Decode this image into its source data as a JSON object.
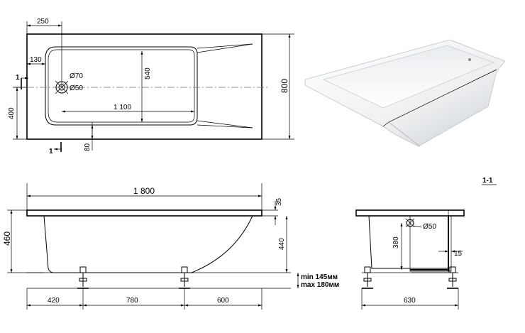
{
  "top_view": {
    "dim_250": "250",
    "dim_130": "130",
    "dim_540": "540",
    "dim_1100": "1 100",
    "dim_400": "400",
    "dim_80": "80",
    "dim_800": "800",
    "drain_outer": "Ø70",
    "drain_inner": "Ø50",
    "section_mark_top": "1",
    "section_mark_bottom": "1"
  },
  "side_view": {
    "dim_1800": "1 800",
    "dim_35": "35",
    "dim_460": "460",
    "dim_440": "440",
    "dim_420": "420",
    "dim_780": "780",
    "dim_600": "600",
    "legs_min": "min 145мм",
    "legs_max": "max 180мм"
  },
  "section_view": {
    "title": "1-1",
    "dim_380": "380",
    "dim_50": "Ø50",
    "dim_15": "15",
    "dim_630": "630"
  },
  "colors": {
    "line": "#000000",
    "background": "#ffffff",
    "tub_body": "#f2f3f4",
    "tub_shadow": "#c9cdd1"
  }
}
